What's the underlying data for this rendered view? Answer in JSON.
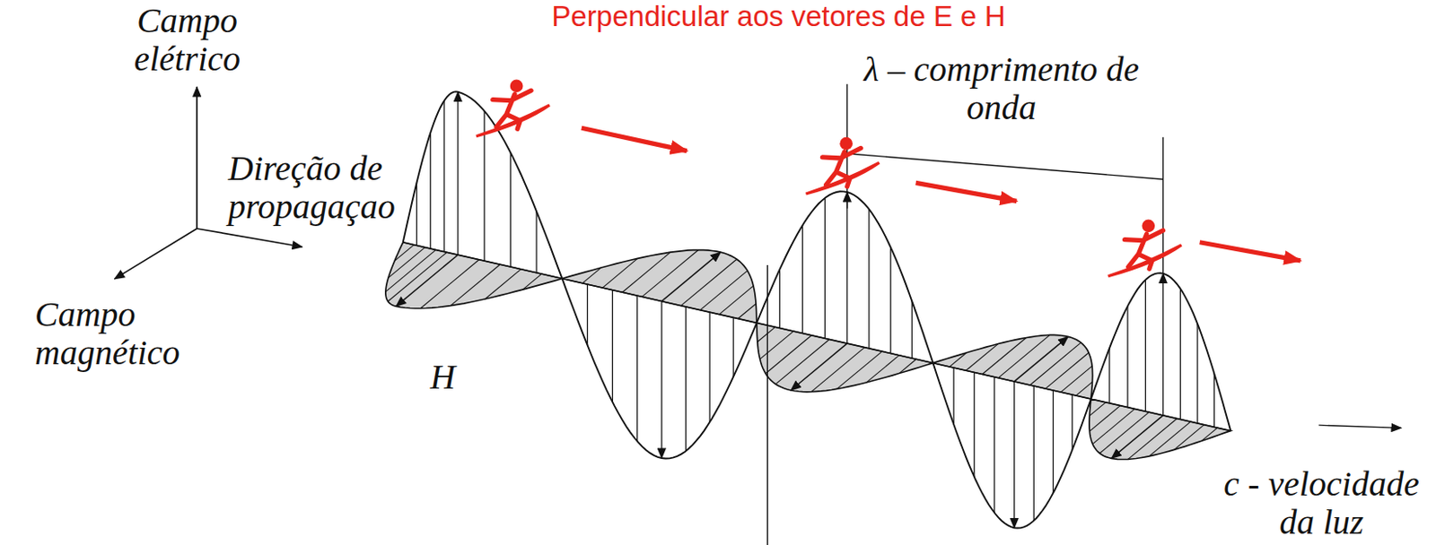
{
  "diagram": {
    "title": "Perpendicular aos vetores de E e H",
    "labels": [
      "Campo elétrico",
      "Direção de propagaçao",
      "Campo magnético",
      "H",
      "λ – comprimento de onda",
      "c - velocidade da luz"
    ]
  }
}
